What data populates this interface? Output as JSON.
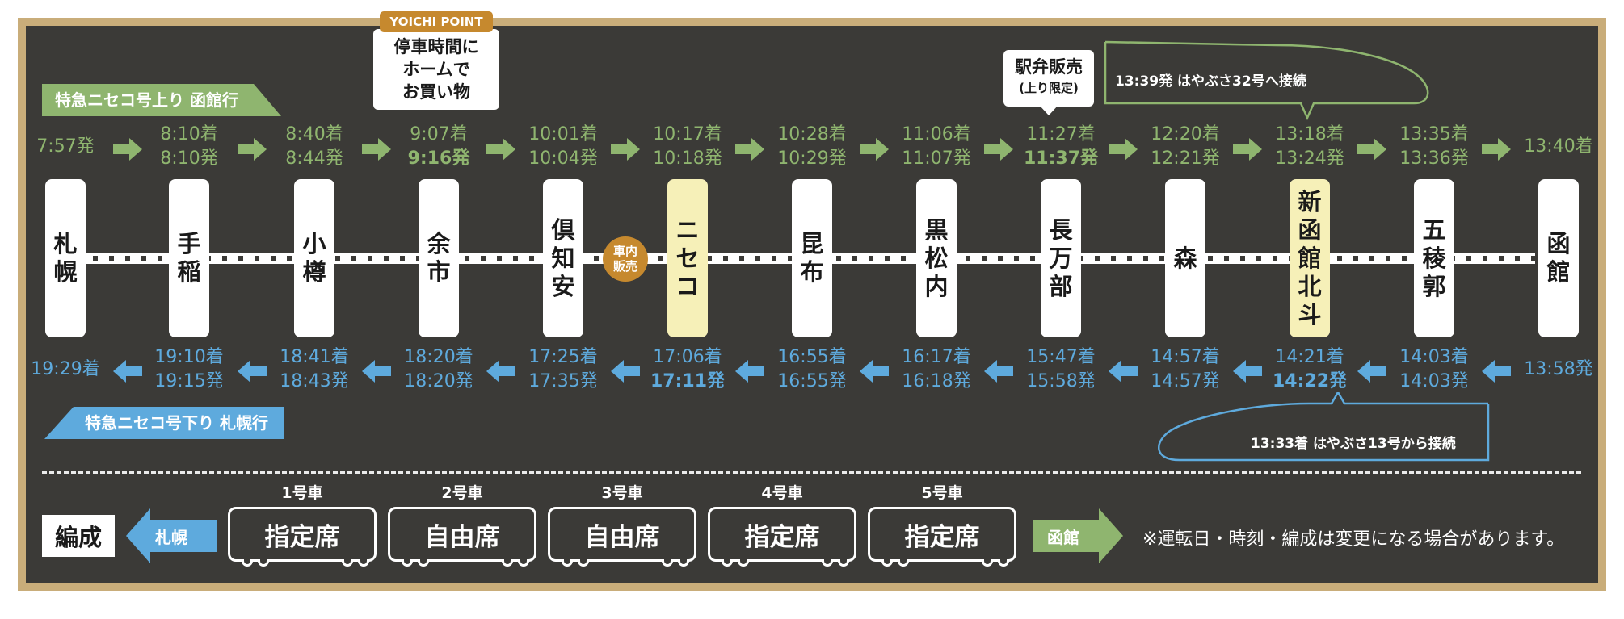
{
  "colors": {
    "frame": "#c9ad7a",
    "board": "#3b3a37",
    "up": "#8fb56f",
    "down": "#5eaadd",
    "shop": "#c6892e",
    "highlight": "#f6f0b8"
  },
  "up_label": "特急ニセコ号上り 函館行",
  "down_label": "特急ニセコ号下り 札幌行",
  "yoichi": {
    "badge": "YOICHI POINT",
    "lines": [
      "停車時間に",
      "ホームで",
      "お買い物"
    ]
  },
  "ekiben": {
    "title": "駅弁販売",
    "sub": "(上り限定)"
  },
  "shop_badge": [
    "車内",
    "販売"
  ],
  "up_connection": "13:39発 はやぶさ32号へ接続",
  "down_connection": "13:33着 はやぶさ13号から接続",
  "stations": [
    {
      "name": [
        "札",
        "幌"
      ],
      "up": [
        "7:57発"
      ],
      "down": [
        "19:29着"
      ]
    },
    {
      "name": [
        "手",
        "稲"
      ],
      "up": [
        "8:10着",
        "8:10発"
      ],
      "down": [
        "19:10着",
        "19:15発"
      ]
    },
    {
      "name": [
        "小",
        "樽"
      ],
      "up": [
        "8:40着",
        "8:44発"
      ],
      "down": [
        "18:41着",
        "18:43発"
      ]
    },
    {
      "name": [
        "余",
        "市"
      ],
      "up": [
        "9:07着",
        "9:16発"
      ],
      "down": [
        "18:20着",
        "18:20発"
      ]
    },
    {
      "name": [
        "倶",
        "知",
        "安"
      ],
      "up": [
        "10:01着",
        "10:04発"
      ],
      "down": [
        "17:25着",
        "17:35発"
      ]
    },
    {
      "name": [
        "ニ",
        "セ",
        "コ"
      ],
      "up": [
        "10:17着",
        "10:18発"
      ],
      "down": [
        "17:06着",
        "17:11発"
      ]
    },
    {
      "name": [
        "昆",
        "布"
      ],
      "up": [
        "10:28着",
        "10:29発"
      ],
      "down": [
        "16:55着",
        "16:55発"
      ]
    },
    {
      "name": [
        "黒",
        "松",
        "内"
      ],
      "up": [
        "11:06着",
        "11:07発"
      ],
      "down": [
        "16:17着",
        "16:18発"
      ]
    },
    {
      "name": [
        "長",
        "万",
        "部"
      ],
      "up": [
        "11:27着",
        "11:37発"
      ],
      "down": [
        "15:47着",
        "15:58発"
      ]
    },
    {
      "name": [
        "森"
      ],
      "up": [
        "12:20着",
        "12:21発"
      ],
      "down": [
        "14:57着",
        "14:57発"
      ]
    },
    {
      "name": [
        "新",
        "函",
        "館",
        "北",
        "斗"
      ],
      "up": [
        "13:18着",
        "13:24発"
      ],
      "down": [
        "14:21着",
        "14:22発"
      ]
    },
    {
      "name": [
        "五",
        "稜",
        "郭"
      ],
      "up": [
        "13:35着",
        "13:36発"
      ],
      "down": [
        "14:03着",
        "14:03発"
      ]
    },
    {
      "name": [
        "函",
        "館"
      ],
      "up": [
        "13:40着"
      ],
      "down": [
        "13:58発"
      ]
    }
  ],
  "formation": {
    "label": "編成",
    "left": "札幌",
    "right": "函館",
    "cars": [
      {
        "no": "1号車",
        "type": "指定席"
      },
      {
        "no": "2号車",
        "type": "自由席"
      },
      {
        "no": "3号車",
        "type": "自由席"
      },
      {
        "no": "4号車",
        "type": "指定席"
      },
      {
        "no": "5号車",
        "type": "指定席"
      }
    ],
    "note": "※運転日・時刻・編成は変更になる場合があります。"
  }
}
